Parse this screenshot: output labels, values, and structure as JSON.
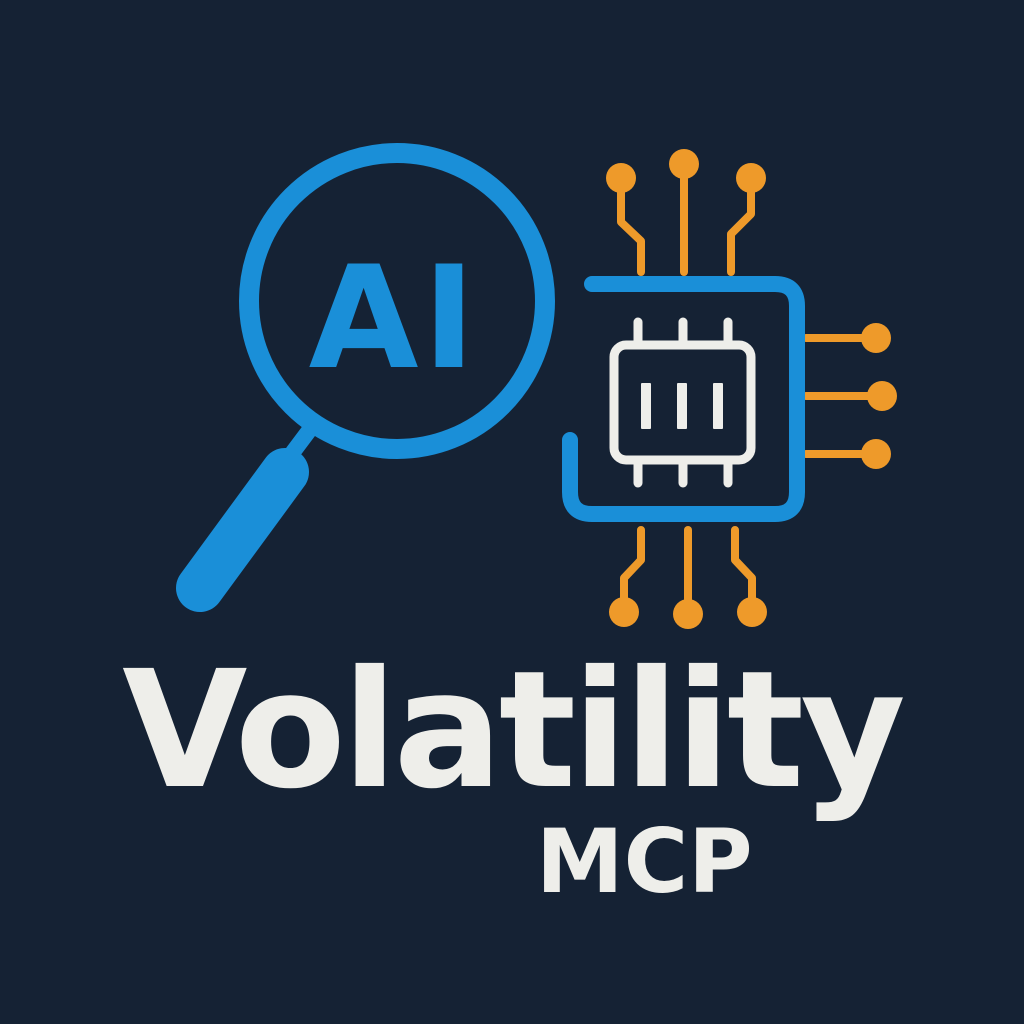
{
  "logo": {
    "badge_text": "AI",
    "title": "Volatility",
    "subtitle": "MCP",
    "icons": [
      "magnifying-glass-icon",
      "microchip-icon",
      "circuit-traces-icon"
    ]
  },
  "colors": {
    "background": "#152234",
    "accent_blue": "#1A8FD8",
    "accent_orange": "#EE9A2A",
    "text_light": "#EEEEEA"
  }
}
